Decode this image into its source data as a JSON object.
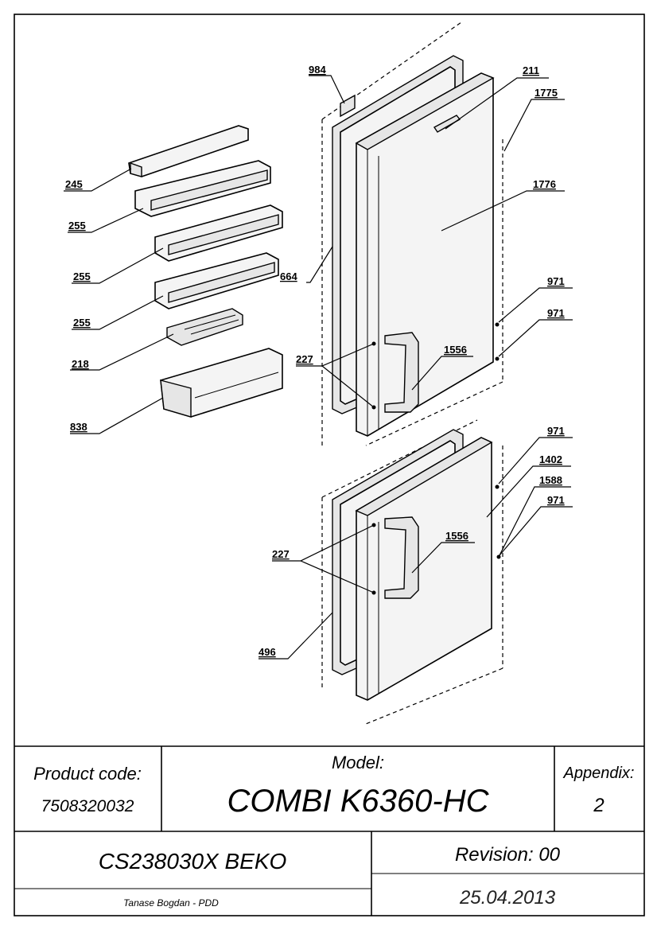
{
  "callouts": {
    "c984": "984",
    "c211": "211",
    "c1775": "1775",
    "c1776": "1776",
    "c245": "245",
    "c255a": "255",
    "c255b": "255",
    "c255c": "255",
    "c664": "664",
    "c218": "218",
    "c838": "838",
    "c227a": "227",
    "c1556a": "1556",
    "c971a": "971",
    "c971b": "971",
    "c971c": "971",
    "c1402": "1402",
    "c1588": "1588",
    "c971d": "971",
    "c227b": "227",
    "c1556b": "1556",
    "c496": "496"
  },
  "title_block": {
    "product_code_label": "Product code:",
    "product_code_value": "7508320032",
    "model_label": "Model:",
    "model_value": "COMBI K6360-HC",
    "appendix_label": "Appendix:",
    "appendix_value": "2",
    "document_code": "CS238030X BEKO",
    "revision": "Revision: 00",
    "author": "Tanase Bogdan - PDD",
    "date": "25.04.2013"
  }
}
